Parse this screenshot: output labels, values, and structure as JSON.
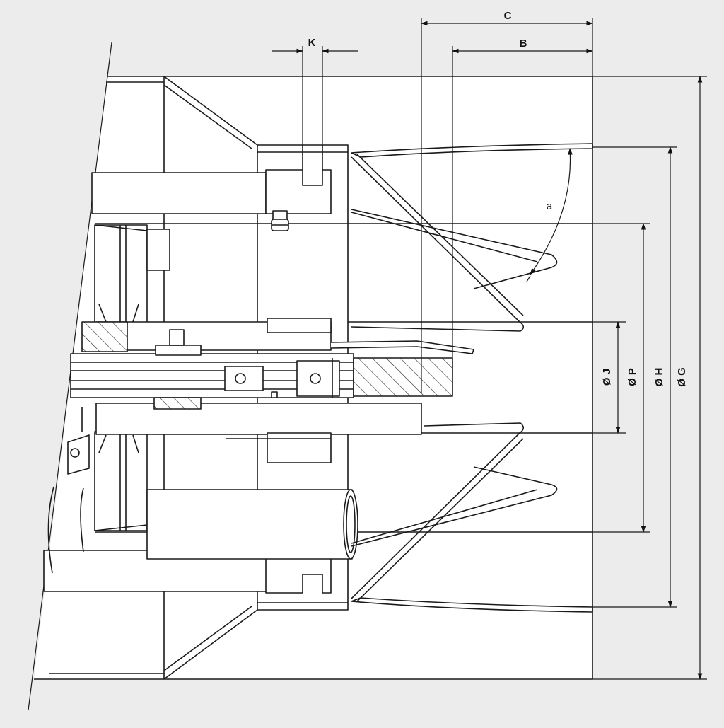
{
  "drawing": {
    "background": "#ececec",
    "line_color": "#1a1a1a",
    "fill_color": "#ffffff",
    "dimensions": {
      "c": "C",
      "b": "B",
      "k": "K",
      "angle": "a",
      "j": "Ø J",
      "p": "Ø P",
      "h": "Ø H",
      "g": "Ø G"
    }
  }
}
